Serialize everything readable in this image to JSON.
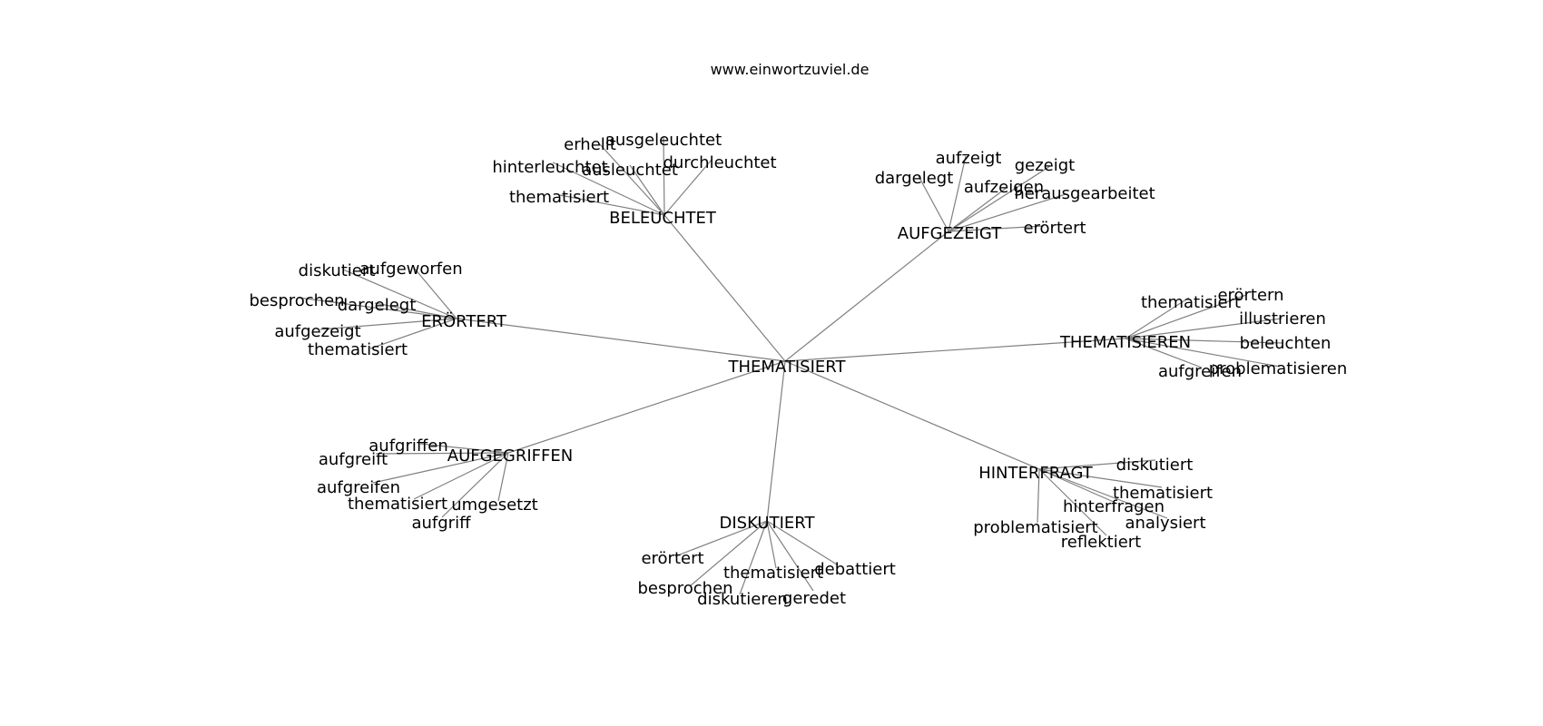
{
  "header": {
    "site": "www.einwortzuviel.de"
  },
  "graph": {
    "root": "THEMATISIERT",
    "hubs": [
      {
        "label": "BELEUCHTET",
        "leaves": [
          "erhellt",
          "ausgeleuchtet",
          "hinterleuchtet",
          "ausleuchtet",
          "durchleuchtet",
          "thematisiert"
        ]
      },
      {
        "label": "AUFGEZEIGT",
        "leaves": [
          "aufzeigt",
          "gezeigt",
          "dargelegt",
          "aufzeigen",
          "herausgearbeitet",
          "erörtert"
        ]
      },
      {
        "label": "ERÖRTERT",
        "leaves": [
          "diskutiert",
          "aufgeworfen",
          "besprochen",
          "dargelegt",
          "aufgezeigt",
          "thematisiert"
        ]
      },
      {
        "label": "THEMATISIEREN",
        "leaves": [
          "thematisiert",
          "erörtern",
          "illustrieren",
          "beleuchten",
          "aufgreifen",
          "problematisieren"
        ]
      },
      {
        "label": "AUFGEGRIFFEN",
        "leaves": [
          "aufgriffen",
          "aufgreift",
          "aufgreifen",
          "thematisiert",
          "umgesetzt",
          "aufgriff"
        ]
      },
      {
        "label": "HINTERFRAGT",
        "leaves": [
          "diskutiert",
          "thematisiert",
          "hinterfragen",
          "problematisiert",
          "analysiert",
          "reflektiert"
        ]
      },
      {
        "label": "DISKUTIERT",
        "leaves": [
          "erörtert",
          "thematisiert",
          "debattiert",
          "besprochen",
          "diskutieren",
          "geredet"
        ]
      }
    ]
  }
}
